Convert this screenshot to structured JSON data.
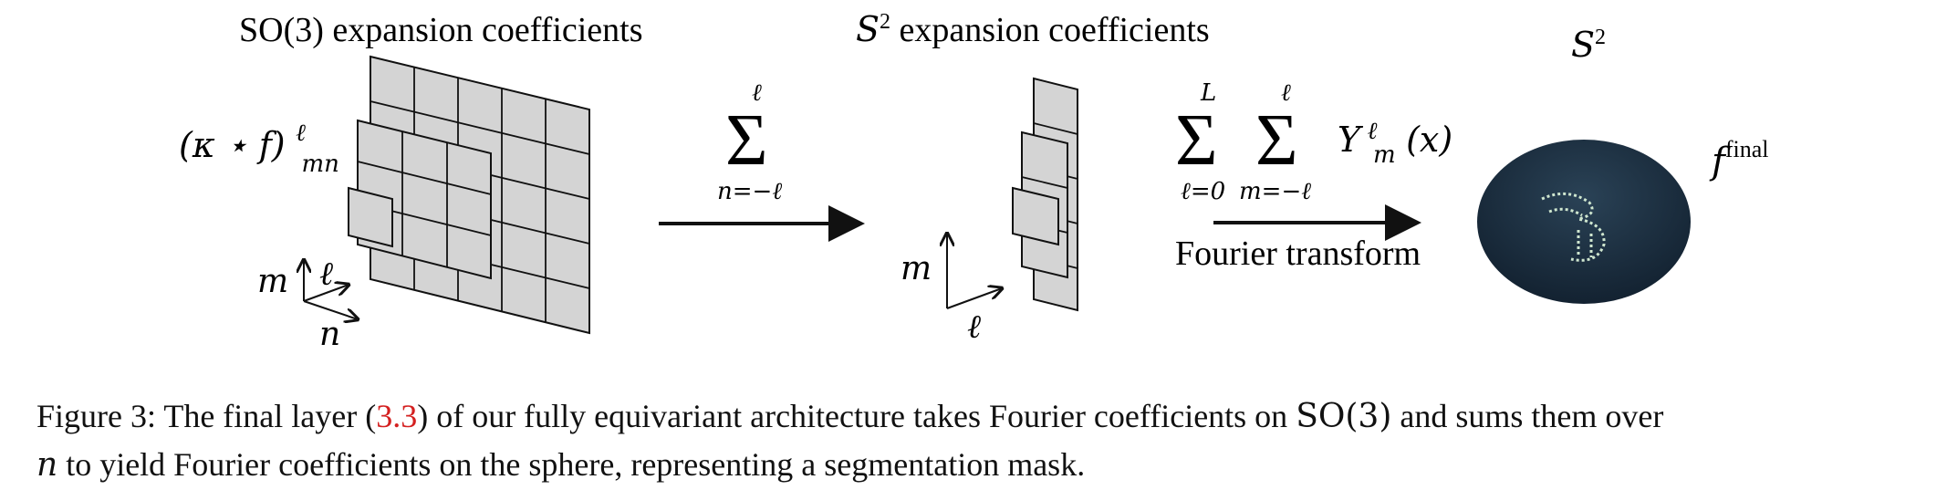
{
  "figure": {
    "label_so3": "SO(3) expansion coefficients",
    "label_s2_prefix": "S",
    "label_s2_exp": "2",
    "label_s2_suffix": " expansion coefficients",
    "label_sphere": "S",
    "label_sphere_exp": "2",
    "conv_label_main": "(κ ⋆ f)",
    "conv_label_sup": "ℓ",
    "conv_label_sub": "mn",
    "axis_m": "m",
    "axis_l": "ℓ",
    "axis_n": "n",
    "axis2_m": "m",
    "axis2_l": "ℓ",
    "sum1_upper": "ℓ",
    "sum1_symbol": "Σ",
    "sum1_lower": "n=−ℓ",
    "sum2_upper": "L",
    "sum2_symbol": "Σ",
    "sum2_lower": "ℓ=0",
    "sum3_upper": "ℓ",
    "sum3_symbol": "Σ",
    "sum3_lower": "m=−ℓ",
    "ylm_main": "Y",
    "ylm_sup": "ℓ",
    "ylm_sub": "m",
    "ylm_arg": "(x)",
    "fourier_label": "Fourier transform",
    "ffinal_main": "f",
    "ffinal_sup": "final",
    "grid_fill": "#d4d4d4",
    "sphere_color": "#1c3042",
    "mask_color": "#cfe6cf"
  },
  "caption": {
    "prefix": "Figure 3: The final layer (",
    "ref": "3.3",
    "middle": ") of our fully equivariant architecture takes Fourier coefficients on ",
    "so3": "SO(3)",
    "suffix1": " and sums them over",
    "n": "n",
    "suffix2": " to yield Fourier coefficients on the sphere, representing a segmentation mask."
  }
}
